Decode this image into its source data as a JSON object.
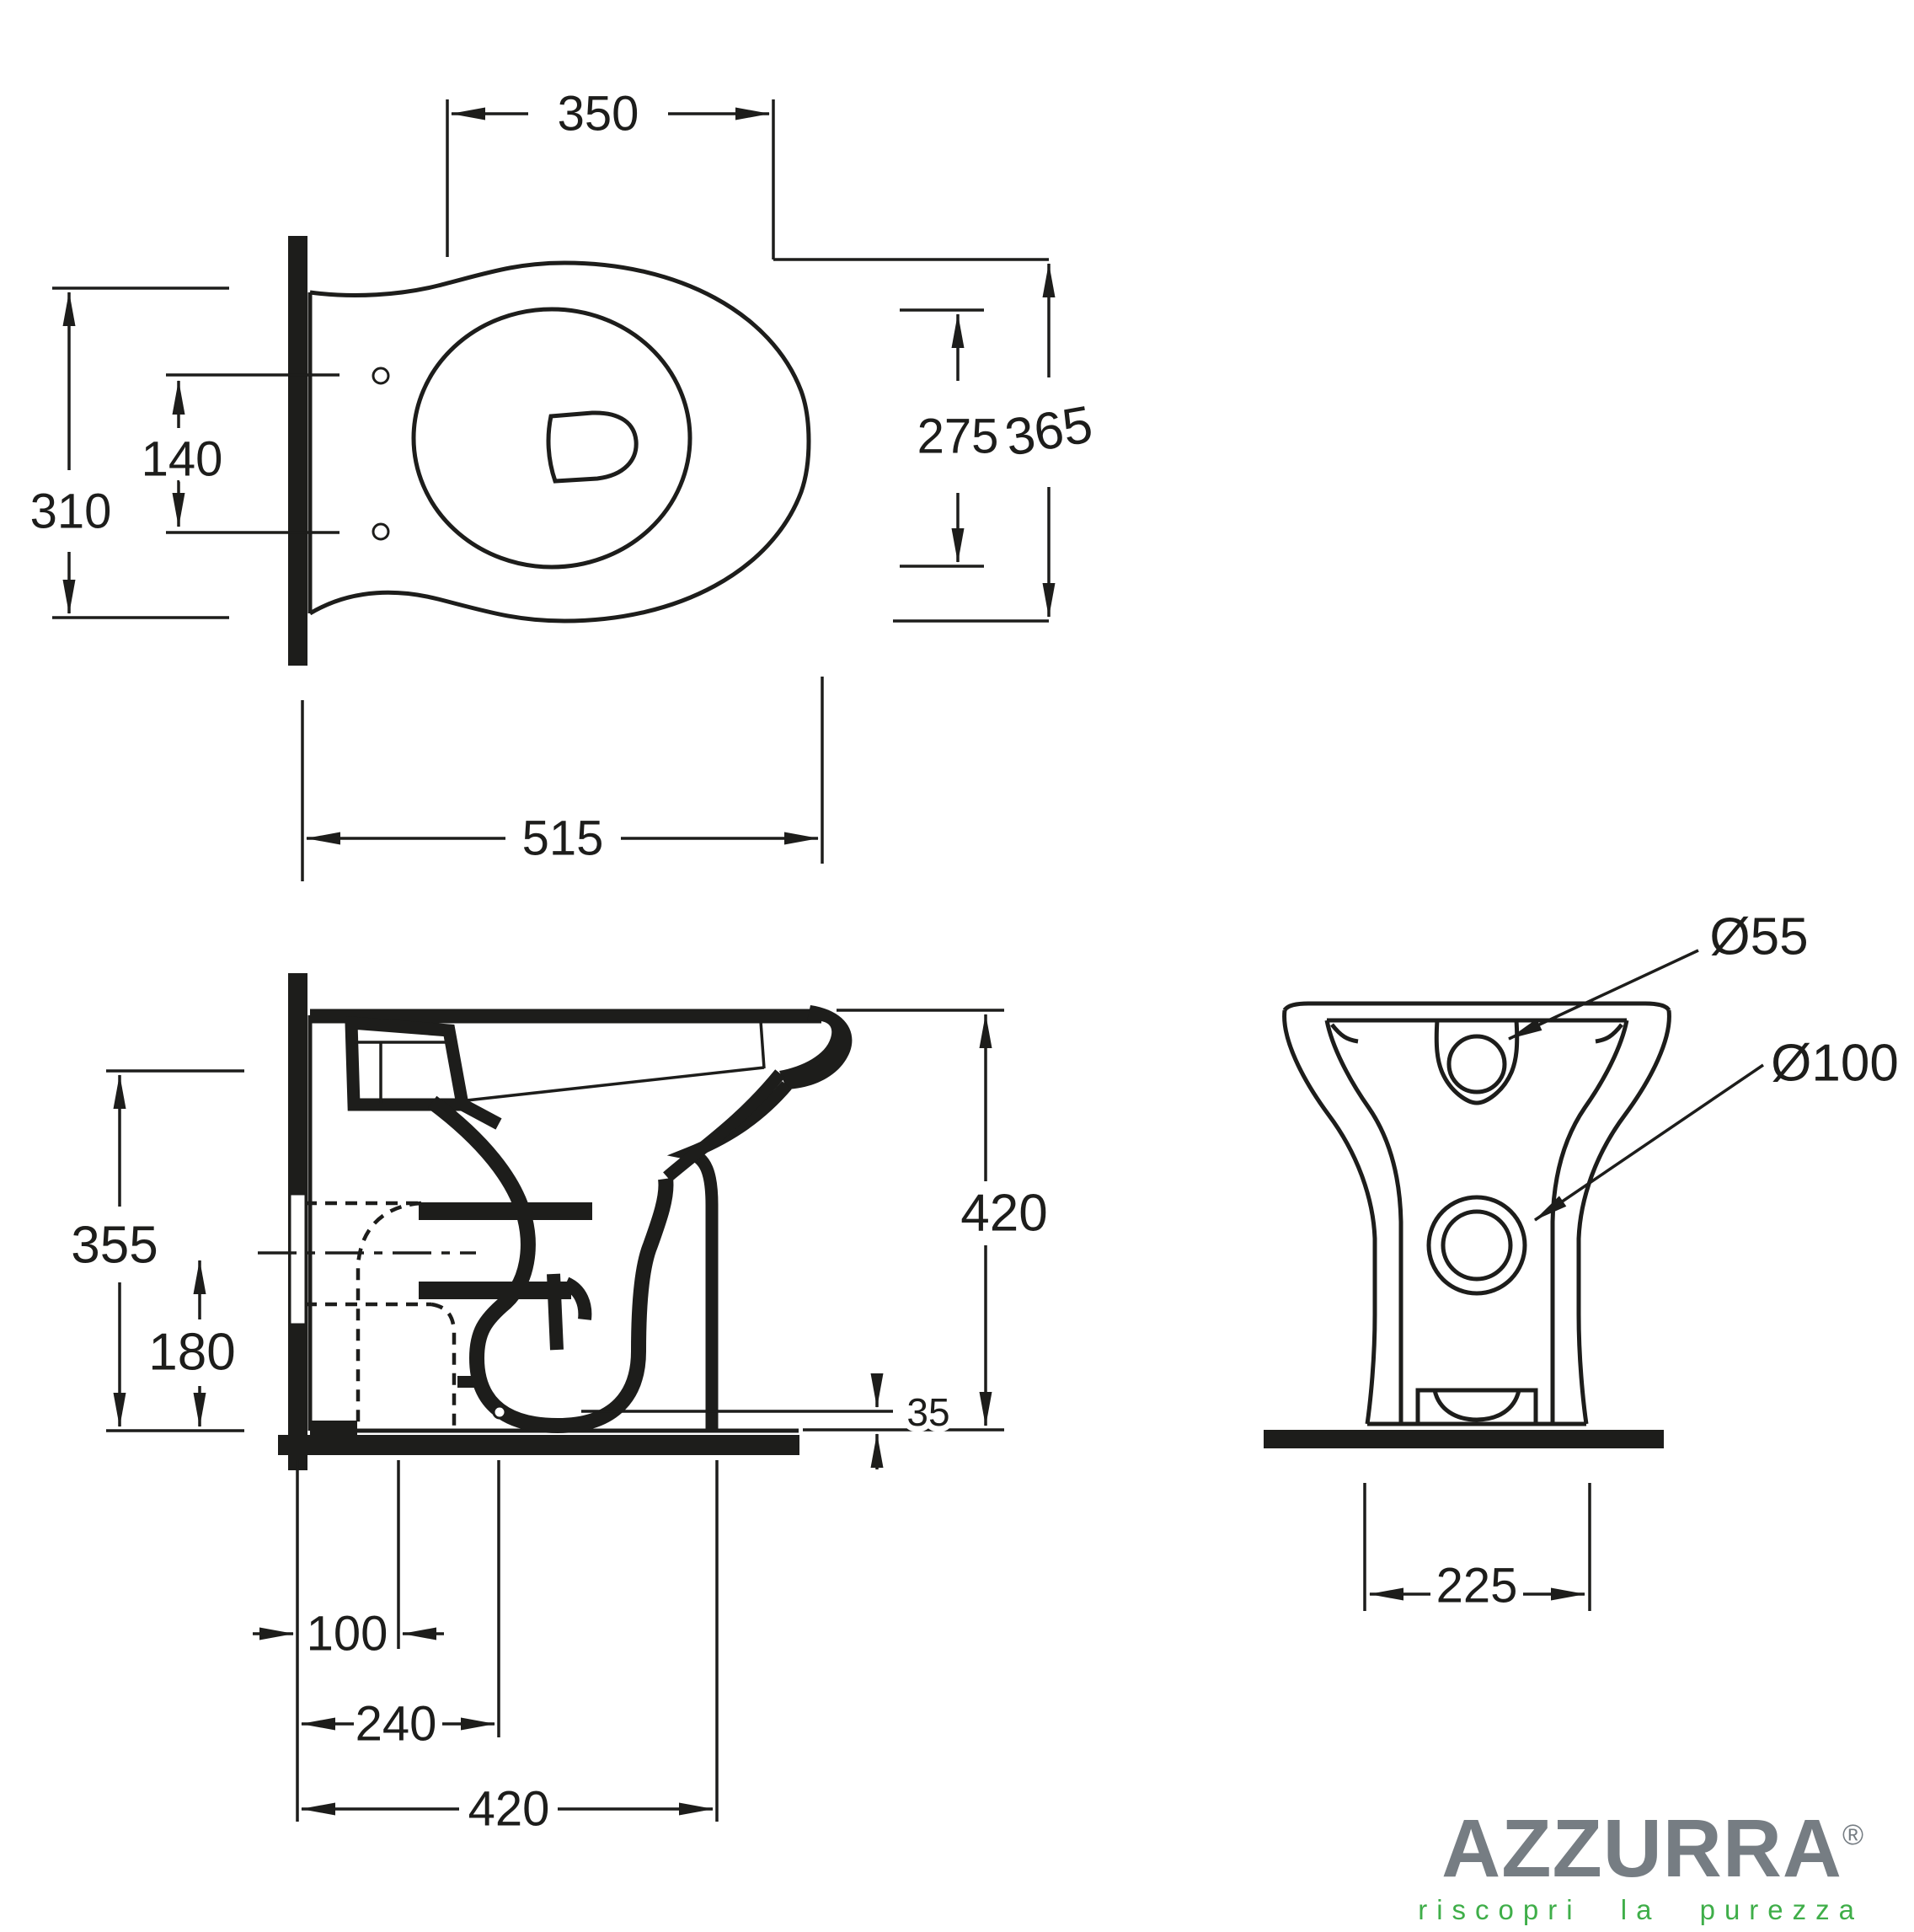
{
  "drawing": {
    "top_view": {
      "seat_width": "350",
      "overall_width": "365",
      "inner_bowl_length": "275",
      "back_width": "310",
      "fixing_hole_spacing": "140",
      "overall_depth": "515"
    },
    "side_view": {
      "inlet_axis_height": "355",
      "outlet_axis_height": "180",
      "rim_height": "420",
      "floor_clearance": "35",
      "outlet_offset": "100",
      "pipe_offset": "240",
      "base_depth": "420"
    },
    "front_view": {
      "inlet_diameter": "Ø55",
      "outlet_diameter": "Ø100",
      "base_width": "225"
    },
    "logo": {
      "brand": "AZZURRA",
      "reg": "®",
      "tagline": "riscopri la purezza",
      "brand_color": "#767d83",
      "tagline_color": "#3fae49"
    },
    "ink_color": "#1d1d1b"
  }
}
